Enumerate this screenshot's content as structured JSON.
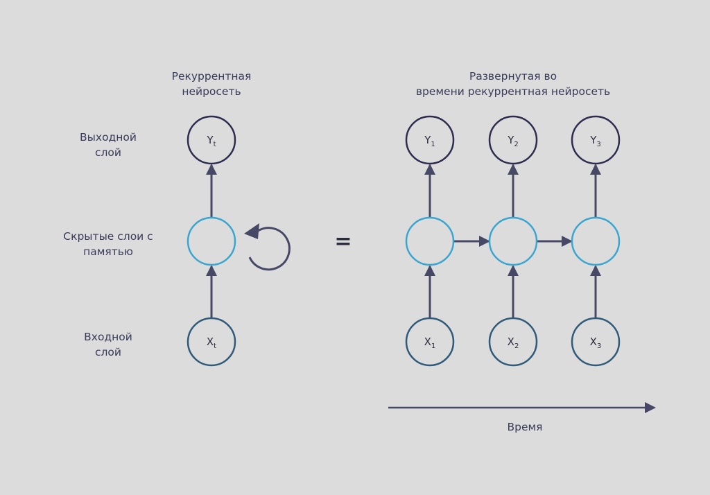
{
  "colors": {
    "background": "#dcdcdc",
    "output": "#2e2c4f",
    "hidden": "#3aa6cf",
    "input": "#2f5a7a",
    "arrow": "#474766",
    "text": "#3b3a5a"
  },
  "left": {
    "title": [
      "Рекуррентная",
      "нейросеть"
    ],
    "row_labels": {
      "output": [
        "Выходной",
        "слой"
      ],
      "hidden": [
        "Скрытые слои с",
        "памятью"
      ],
      "input": [
        "Входной",
        "слой"
      ]
    },
    "output_node": {
      "letter": "Y",
      "sub": "t"
    },
    "input_node": {
      "letter": "X",
      "sub": "t"
    }
  },
  "equals": "=",
  "right": {
    "title": [
      "Развернутая во",
      "времени рекуррентная нейросеть"
    ],
    "steps": [
      {
        "y": "Y",
        "y_sub": "1",
        "x": "X",
        "x_sub": "1"
      },
      {
        "y": "Y",
        "y_sub": "2",
        "x": "X",
        "x_sub": "2"
      },
      {
        "y": "Y",
        "y_sub": "3",
        "x": "X",
        "x_sub": "3"
      }
    ],
    "time_label": "Время"
  }
}
